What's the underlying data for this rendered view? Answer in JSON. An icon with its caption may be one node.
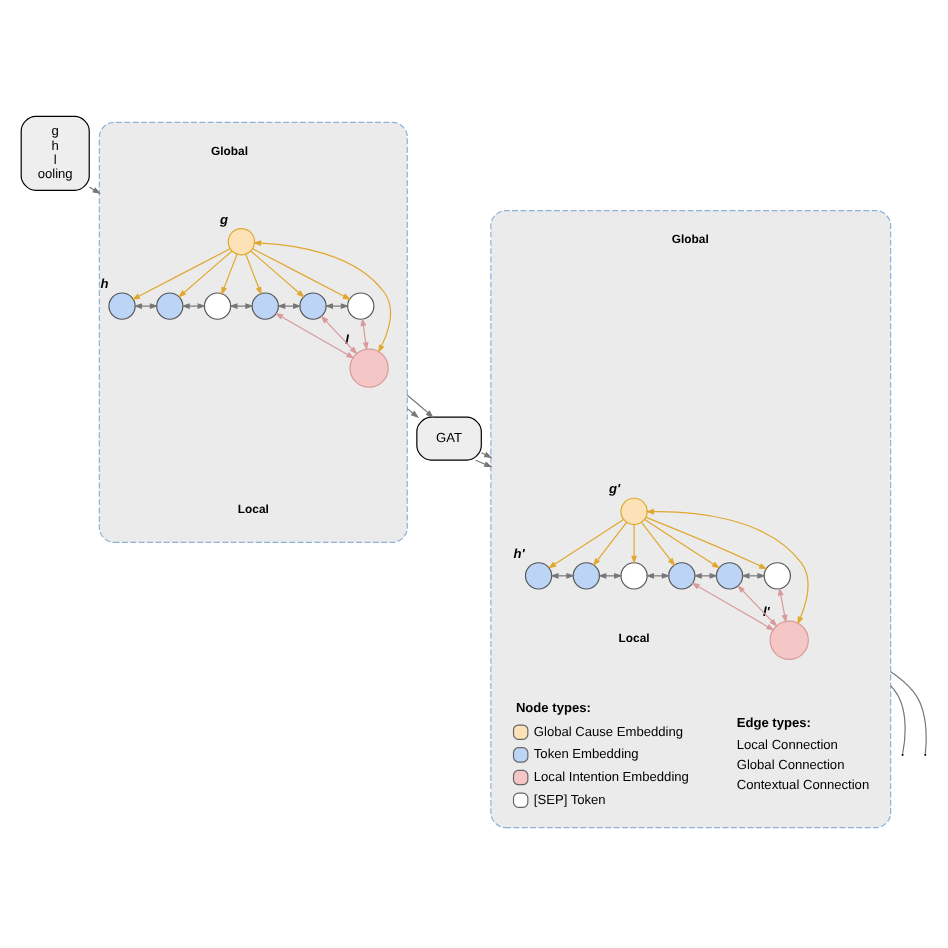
{
  "diagram": {
    "nodes": [
      {
        "text": [
          "g",
          "h",
          "l",
          "ooling"
        ]
      },
      {
        "text": [],
        "shape": "box"
      },
      {
        "text": [],
        "shape": "circle",
        "beside": [
          "g"
        ],
        "in": 1
      },
      {
        "text": [],
        "shape": "circle",
        "beside": [
          "h"
        ],
        "in": 1
      },
      {
        "text": [],
        "shape": "circle",
        "in": 1
      },
      {
        "text": [],
        "shape": "circle",
        "in": 1
      },
      {
        "text": [],
        "shape": "circle",
        "in": 1
      },
      {
        "text": [],
        "shape": "circle",
        "in": 1
      },
      {
        "text": [],
        "shape": "circle",
        "in": 1
      },
      {
        "text": [],
        "shape": "circle",
        "beside": [
          "l"
        ],
        "in": 1
      },
      {
        "text": [
          "GAT"
        ]
      },
      {
        "text": [],
        "shape": "box"
      },
      {
        "text": [],
        "shape": "circle",
        "beside": [
          "g'"
        ],
        "in": 11
      },
      {
        "text": [],
        "shape": "circle",
        "beside": [
          "h'"
        ],
        "in": 11
      },
      {
        "text": [],
        "shape": "circle",
        "in": 11
      },
      {
        "text": [],
        "shape": "circle",
        "in": 11
      },
      {
        "text": [],
        "shape": "circle",
        "in": 11
      },
      {
        "text": [],
        "shape": "circle",
        "in": 11
      },
      {
        "text": [],
        "shape": "circle",
        "in": 11
      },
      {
        "text": [],
        "shape": "circle",
        "beside": [
          "l'"
        ],
        "in": 11
      }
    ],
    "edges": [
      {
        "from": 0,
        "to": 1,
        "arrow": "to"
      },
      {
        "from": 2,
        "to": 3,
        "arrow": "to",
        "color": "#e0a82e"
      },
      {
        "from": 2,
        "to": 4,
        "arrow": "to",
        "color": "#e0a82e"
      },
      {
        "from": 2,
        "to": 5,
        "arrow": "to",
        "color": "#e0a82e"
      },
      {
        "from": 2,
        "to": 6,
        "arrow": "to",
        "color": "#e0a82e"
      },
      {
        "from": 2,
        "to": 7,
        "arrow": "to",
        "color": "#e0a82e"
      },
      {
        "from": 2,
        "to": 8,
        "arrow": "to",
        "color": "#e0a82e"
      },
      {
        "from": 2,
        "to": 9,
        "arrow": "both",
        "color": "#e0a82e"
      },
      {
        "from": 3,
        "to": 4,
        "arrow": "both"
      },
      {
        "from": 4,
        "to": 5,
        "arrow": "both"
      },
      {
        "from": 5,
        "to": 6,
        "arrow": "both"
      },
      {
        "from": 6,
        "to": 7,
        "arrow": "both"
      },
      {
        "from": 7,
        "to": 8,
        "arrow": "both"
      },
      {
        "from": 6,
        "to": 9,
        "arrow": "both",
        "color": "#d99a9a"
      },
      {
        "from": 7,
        "to": 9,
        "arrow": "both",
        "color": "#d99a9a"
      },
      {
        "from": 8,
        "to": 9,
        "arrow": "both",
        "color": "#d99a9a"
      },
      {
        "from": 1,
        "to": 10,
        "arrow": "to"
      },
      {
        "from": 1,
        "to": 10,
        "arrow": "to"
      },
      {
        "from": 10,
        "to": 11,
        "arrow": "to"
      },
      {
        "from": 10,
        "to": 11,
        "arrow": "to"
      },
      {
        "from": 12,
        "to": 13,
        "arrow": "to",
        "color": "#e0a82e"
      },
      {
        "from": 12,
        "to": 14,
        "arrow": "to",
        "color": "#e0a82e"
      },
      {
        "from": 12,
        "to": 15,
        "arrow": "to",
        "color": "#e0a82e"
      },
      {
        "from": 12,
        "to": 16,
        "arrow": "to",
        "color": "#e0a82e"
      },
      {
        "from": 12,
        "to": 17,
        "arrow": "to",
        "color": "#e0a82e"
      },
      {
        "from": 12,
        "to": 18,
        "arrow": "to",
        "color": "#e0a82e"
      },
      {
        "from": 12,
        "to": 19,
        "arrow": "both",
        "color": "#e0a82e"
      },
      {
        "from": 13,
        "to": 14,
        "arrow": "both"
      },
      {
        "from": 14,
        "to": 15,
        "arrow": "both"
      },
      {
        "from": 15,
        "to": 16,
        "arrow": "both"
      },
      {
        "from": 16,
        "to": 17,
        "arrow": "both"
      },
      {
        "from": 17,
        "to": 18,
        "arrow": "both"
      },
      {
        "from": 16,
        "to": 19,
        "arrow": "both",
        "color": "#d99a9a"
      },
      {
        "from": 17,
        "to": 19,
        "arrow": "both",
        "color": "#d99a9a"
      },
      {
        "from": 18,
        "to": 19,
        "arrow": "both",
        "color": "#d99a9a"
      },
      {
        "from": 11,
        "to": null,
        "arrow": "none"
      },
      {
        "from": 11,
        "to": null,
        "arrow": "none"
      }
    ],
    "labels": [
      "Global",
      "Local",
      "Global",
      "Local",
      "Node types:",
      "Edge types:"
    ],
    "legend": [
      {
        "text": "Global Cause Embedding",
        "color": "#fde2b8"
      },
      {
        "text": "Token Embedding",
        "color": "#bcd4f5"
      },
      {
        "text": "Local Intention Embedding",
        "color": "#f5c6c6"
      },
      {
        "text": "[SEP] Token",
        "color": "#ffffff"
      },
      {
        "text": "Local Connection"
      },
      {
        "text": "Global Connection"
      },
      {
        "text": "Contextual Connection"
      }
    ]
  }
}
